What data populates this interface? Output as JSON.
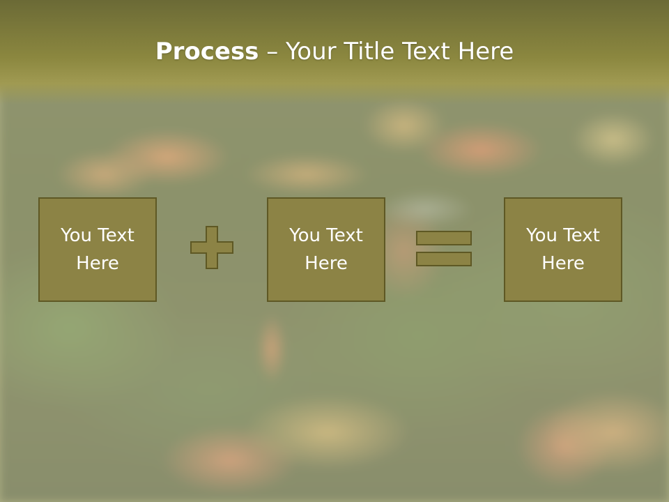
{
  "slide": {
    "title_bold": "Process",
    "title_rest": " – Your Title Text Here",
    "boxes": [
      {
        "text": "You Text Here"
      },
      {
        "text": "You Text Here"
      },
      {
        "text": "You Text Here"
      }
    ],
    "operators": [
      "plus-icon",
      "equals-icon"
    ],
    "colors": {
      "title_band": "#8b873f",
      "box_fill": "#8c8345",
      "box_border": "#5e5824",
      "text": "#ffffff"
    }
  }
}
